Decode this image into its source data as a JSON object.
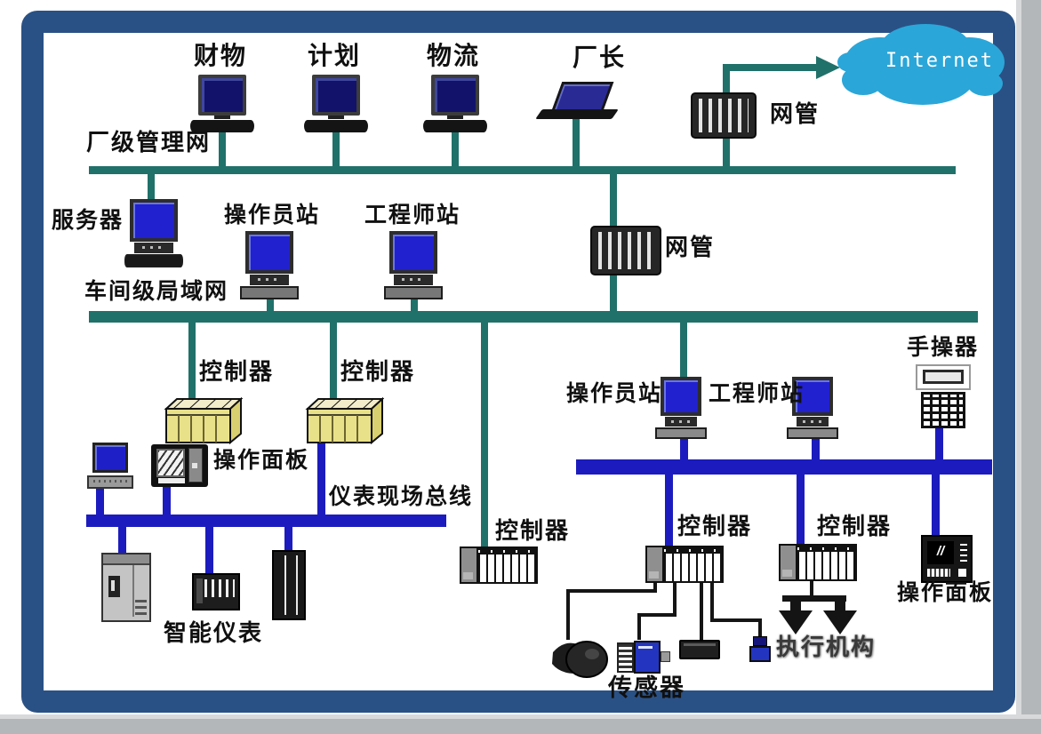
{
  "diagram": {
    "type": "industrial-control-network-topology",
    "colors": {
      "frame_border": "#2a5185",
      "management_bus_teal": "#20716a",
      "field_bus_blue": "#1c1cbe",
      "cloud_blue": "#2ba6d8",
      "controller_yellow": "#e9e189",
      "label_text": "#101010"
    },
    "labels": {
      "finance": "财物",
      "plan": "计划",
      "logistics": "物流",
      "director": "厂长",
      "net_mgmt_top": "网管",
      "internet": "Internet",
      "factory_lan": "厂级管理网",
      "server": "服务器",
      "operator_station_top": "操作员站",
      "engineer_station_top": "工程师站",
      "net_mgmt_mid": "网管",
      "workshop_lan": "车间级局域网",
      "controller_left_1": "控制器",
      "controller_left_2": "控制器",
      "panel_left": "操作面板",
      "field_bus": "仪表现场总线",
      "smart_instruments": "智能仪表",
      "controller_mid": "控制器",
      "operator_station_right": "操作员站",
      "engineer_station_right": "工程师站",
      "handheld_operator": "手操器",
      "controller_right_1": "控制器",
      "controller_right_2": "控制器",
      "panel_right": "操作面板",
      "sensors": "传感器",
      "actuators": "执行机构",
      "panel_screen_marks": "//"
    }
  }
}
